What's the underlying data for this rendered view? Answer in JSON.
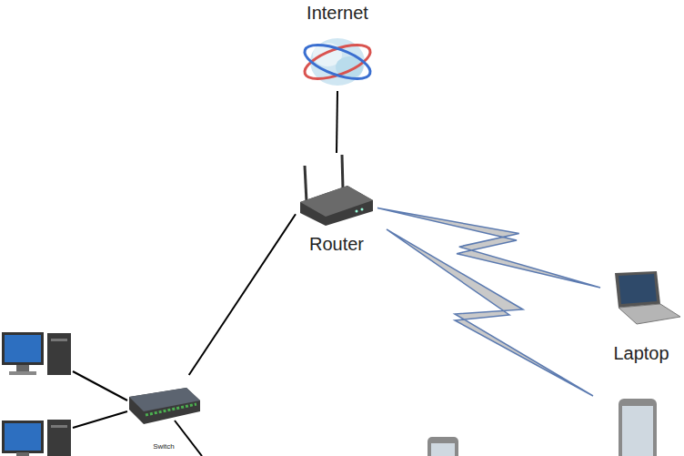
{
  "diagram": {
    "nodes": [
      {
        "text": [
          "Internet"
        ]
      },
      {
        "text": [
          "Router"
        ]
      },
      {
        "text": [
          "Laptop"
        ]
      },
      {
        "text": [
          "Switch"
        ]
      }
    ],
    "edges": [
      {
        "from": 0,
        "to": 1,
        "arrow": "none"
      },
      {
        "from": 1,
        "to": 3,
        "arrow": "none"
      },
      {
        "from": 1,
        "to": 2,
        "arrow": "none"
      }
    ]
  }
}
